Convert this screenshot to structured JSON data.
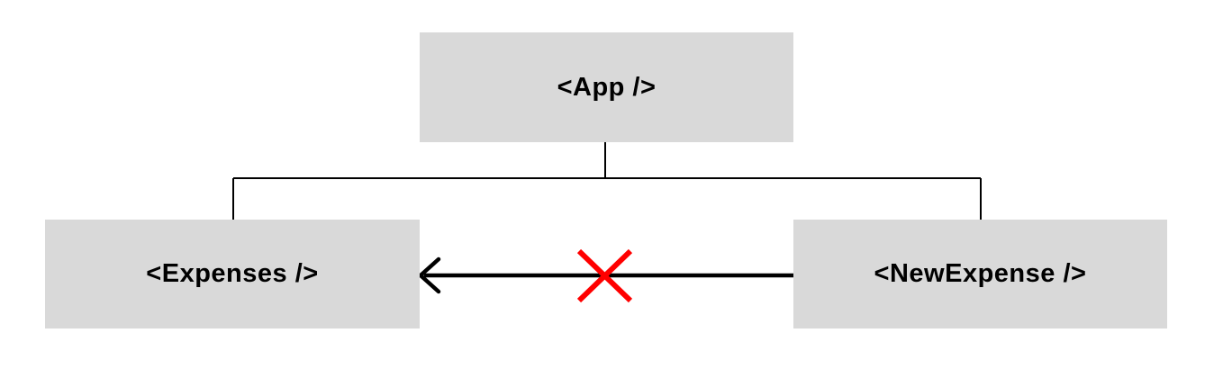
{
  "diagram": {
    "type": "component-tree",
    "nodes": {
      "app": {
        "id": "app",
        "label": "<App />",
        "role": "root-component"
      },
      "expenses": {
        "id": "expenses",
        "label": "<Expenses />",
        "role": "child-component"
      },
      "new_expense": {
        "id": "new_expense",
        "label": "<NewExpense />",
        "role": "child-component"
      }
    },
    "edges": [
      {
        "from": "app",
        "to": "expenses",
        "relation": "parent-child"
      },
      {
        "from": "app",
        "to": "new_expense",
        "relation": "parent-child"
      },
      {
        "from": "new_expense",
        "to": "expenses",
        "relation": "direct-sibling-data-flow",
        "blocked": true
      }
    ]
  },
  "colors": {
    "node_fill": "#D9D9D9",
    "line": "#000000",
    "text": "#000000",
    "blocked_x": "#FF0000",
    "background": "#FFFFFF"
  }
}
